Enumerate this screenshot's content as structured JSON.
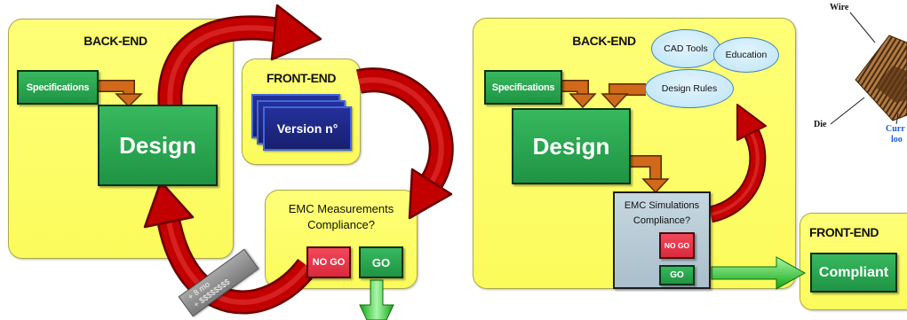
{
  "left_flow": {
    "backend": {
      "title": "BACK-END",
      "specifications": "Specifications",
      "design": "Design"
    },
    "frontend": {
      "title": "FRONT-END",
      "version": "Version n°"
    },
    "emc_measurements": {
      "line1": "EMC Measurements",
      "line2": "Compliance?",
      "no_go": "NO GO",
      "go": "GO"
    },
    "penalty": {
      "line1": "+ 8 mo",
      "line2": "+ $$$$$$$$"
    }
  },
  "right_flow": {
    "backend": {
      "title": "BACK-END",
      "specifications": "Specifications",
      "design": "Design",
      "cad_tools": "CAD Tools",
      "education": "Education",
      "design_rules": "Design Rules"
    },
    "emc_simulations": {
      "line1": "EMC Simulations",
      "line2": "Compliance?",
      "no_go": "NO GO",
      "go": "GO"
    },
    "frontend": {
      "title": "FRONT-END",
      "compliant": "Compliant"
    }
  },
  "chip_illustration": {
    "wire_label": "Wire",
    "die_label": "Die",
    "current_loop_label_1": "Curr",
    "current_loop_label_2": "loo"
  },
  "colors": {
    "panel_yellow": "#ffff70",
    "box_green": "#2aa34f",
    "box_red": "#e33a4c",
    "version_blue": "#1b2480",
    "loop_arrow_red": "#c30000",
    "flow_arrow_orange": "#d06a1a",
    "pass_arrow_green": "#22b022",
    "simulation_box": "#b9ccd6",
    "ellipse_blue": "#c5e8f7",
    "current_loop_text": "#1a5fd0"
  }
}
